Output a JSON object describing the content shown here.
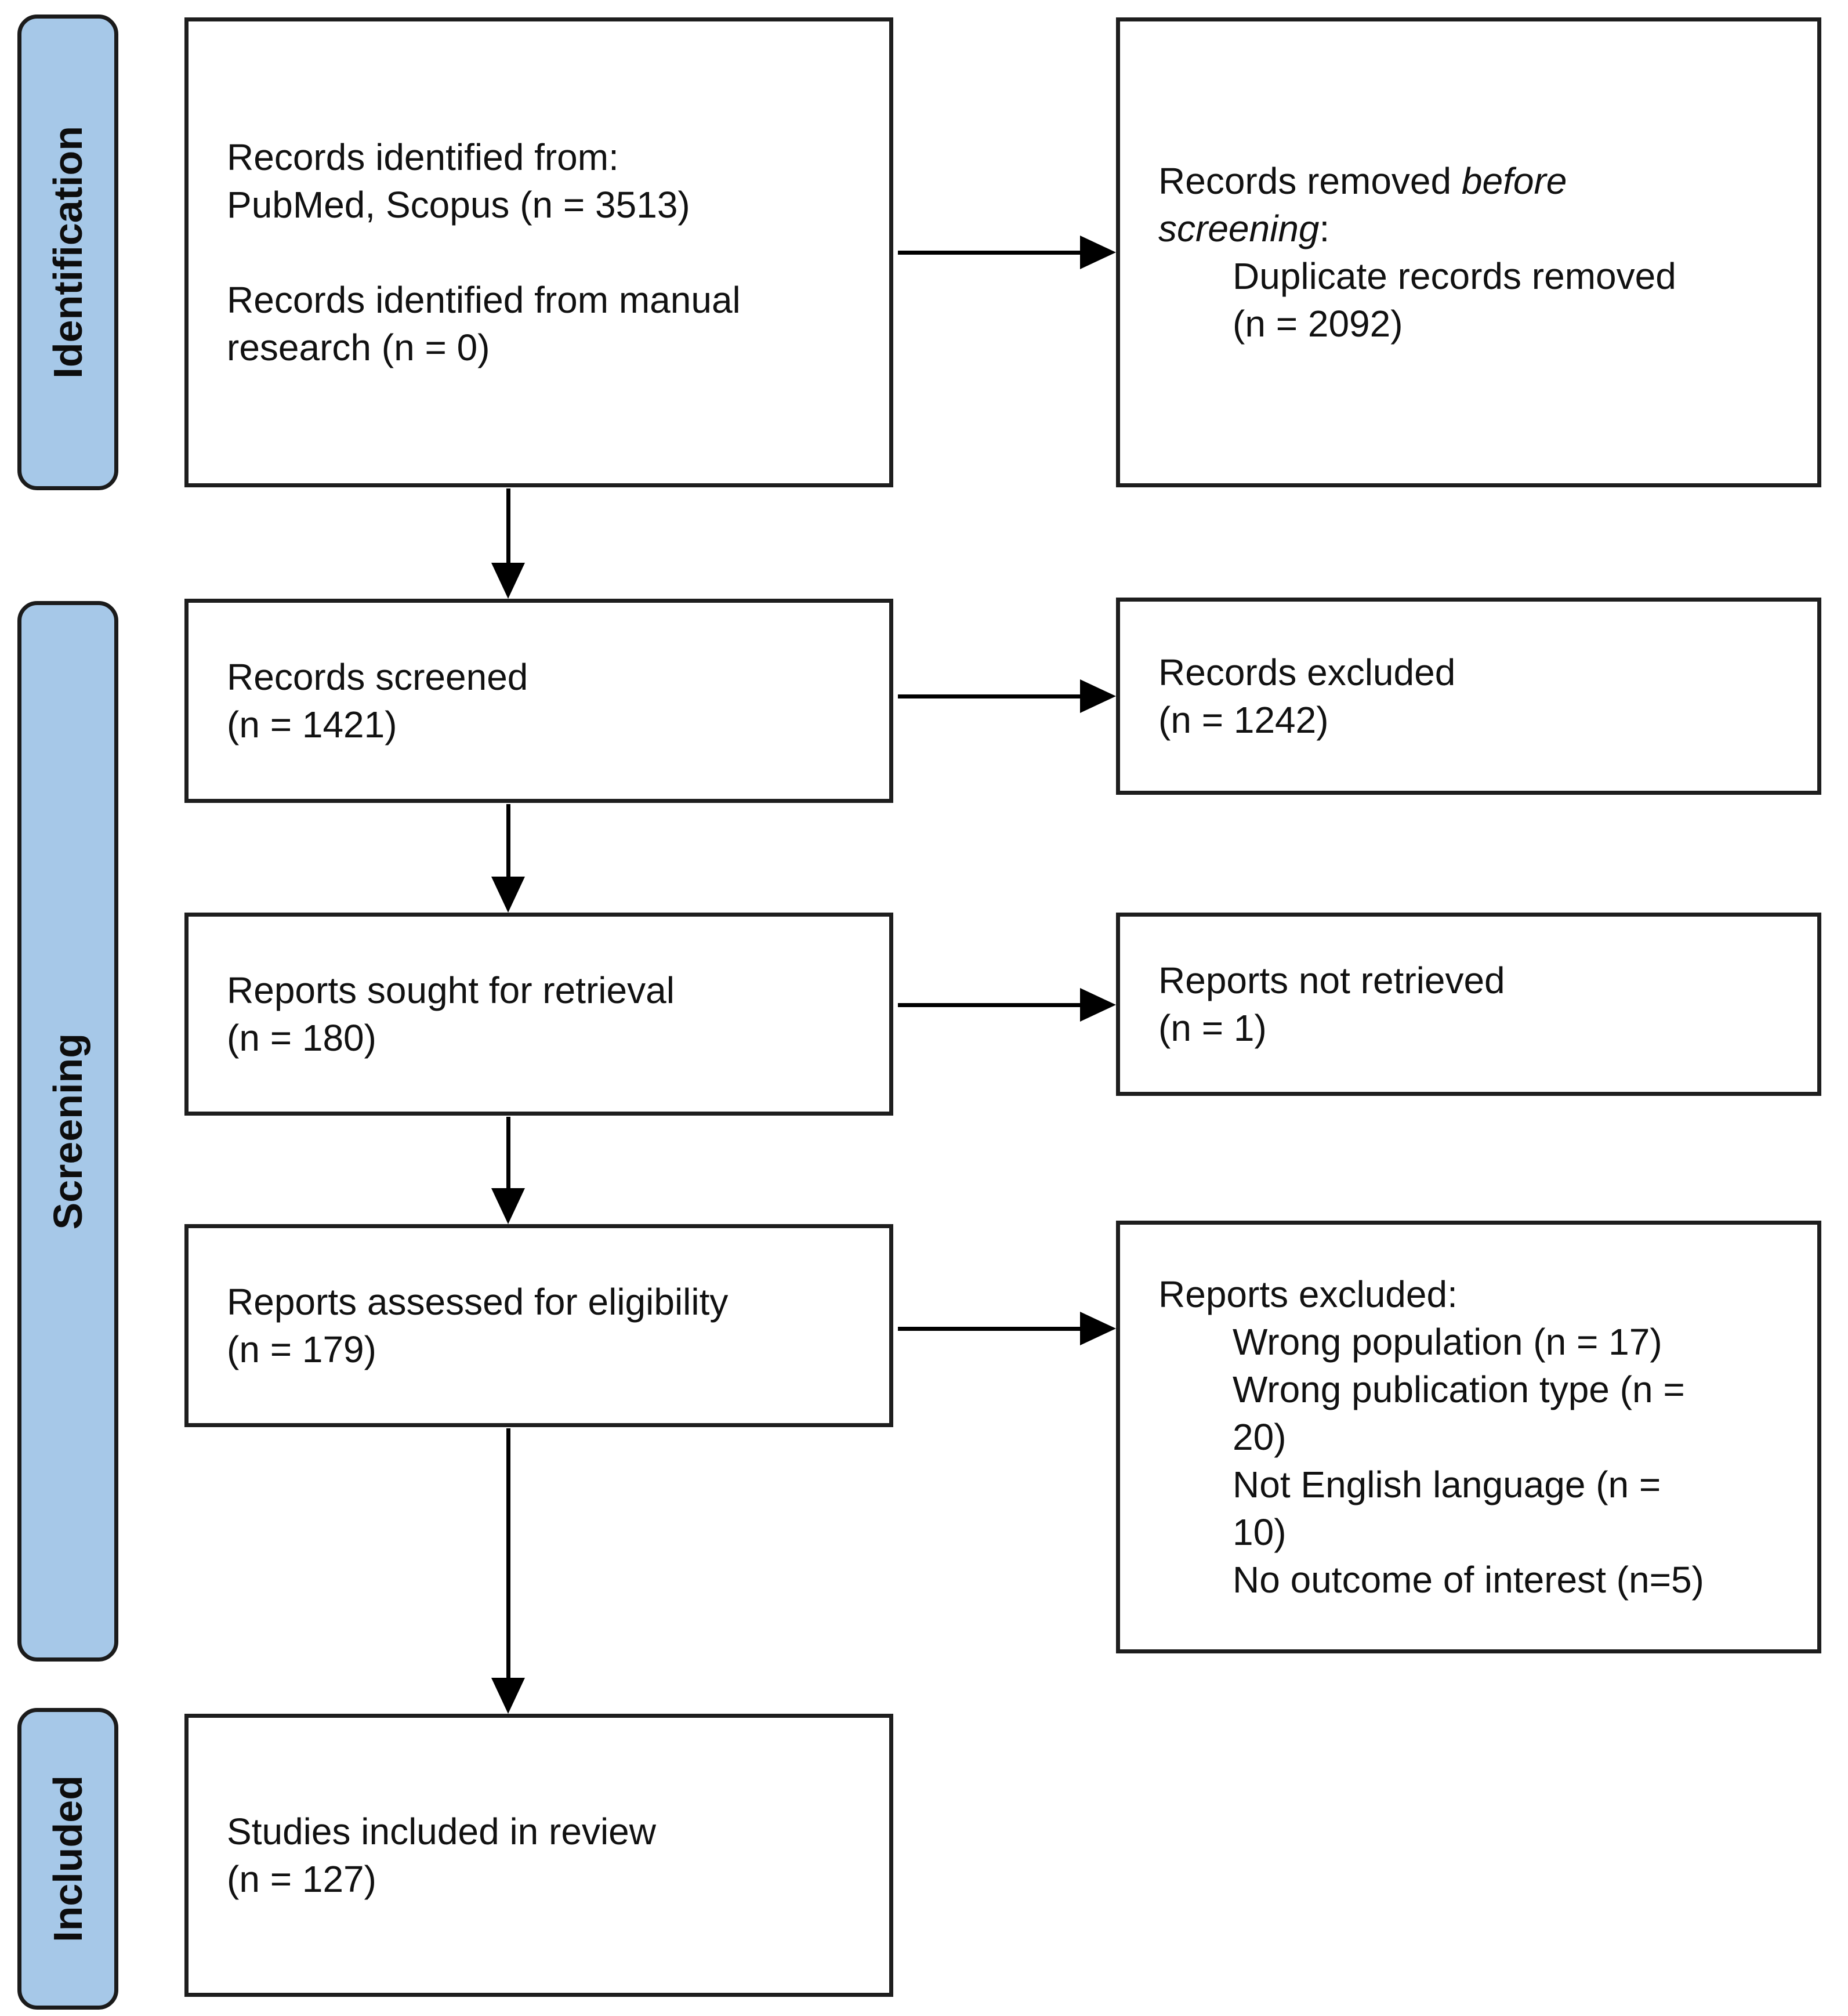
{
  "colors": {
    "stage_fill": "#A6C8E8",
    "stage_border": "#1b1b1b",
    "box_border": "#1e1e1e",
    "arrow": "#000000",
    "background": "#ffffff",
    "text": "#111111"
  },
  "stages": [
    {
      "label": "Identification"
    },
    {
      "label": "Screening"
    },
    {
      "label": "Included"
    }
  ],
  "boxes": {
    "records_identified": {
      "para1": "Records identified from:\nPubMed, Scopus (n = 3513)",
      "para2": "Records identified from manual\nresearch (n = 0)"
    },
    "records_removed": {
      "prefix": "Records removed ",
      "italic": "before\nscreening",
      "suffix": ":",
      "items": [
        "Duplicate records removed\n(n = 2092)"
      ]
    },
    "records_screened": {
      "text": "Records screened\n(n = 1421)"
    },
    "records_excluded": {
      "text": "Records excluded\n(n = 1242)"
    },
    "reports_sought": {
      "text": "Reports sought for retrieval\n(n = 180)"
    },
    "reports_not_retrieved": {
      "text": "Reports not retrieved\n(n = 1)"
    },
    "reports_assessed": {
      "text": "Reports assessed for eligibility\n(n = 179)"
    },
    "reports_excluded": {
      "title": "Reports excluded:",
      "items": [
        "Wrong population (n = 17)",
        "Wrong publication type (n =\n20)",
        "Not English language (n =\n10)",
        "No outcome of interest (n=5)"
      ]
    },
    "studies_included": {
      "text": "Studies included in review\n(n = 127)"
    }
  }
}
